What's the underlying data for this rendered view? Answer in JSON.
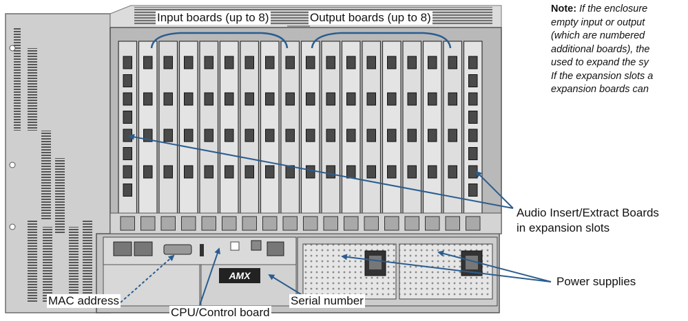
{
  "labels": {
    "input_boards": "Input boards (up to 8)",
    "output_boards": "Output boards (up to 8)",
    "audio_boards_line1": "Audio Insert/Extract Boards",
    "audio_boards_line2": "in expansion slots",
    "power_supplies": "Power supplies",
    "mac_address": "MAC address",
    "cpu_board": "CPU/Control board",
    "serial_number": "Serial number"
  },
  "note": {
    "heading": "Note:",
    "lines": [
      "If the enclosure",
      "empty input or output",
      "(which are numbered",
      "additional boards), the",
      "used to expand the sy",
      "If the expansion slots a",
      "expansion boards can"
    ]
  },
  "logo": "AMX",
  "colors": {
    "arrow": "#2a5d8f",
    "chassis": "#b9b9b9",
    "rail": "#d4d4d4"
  }
}
